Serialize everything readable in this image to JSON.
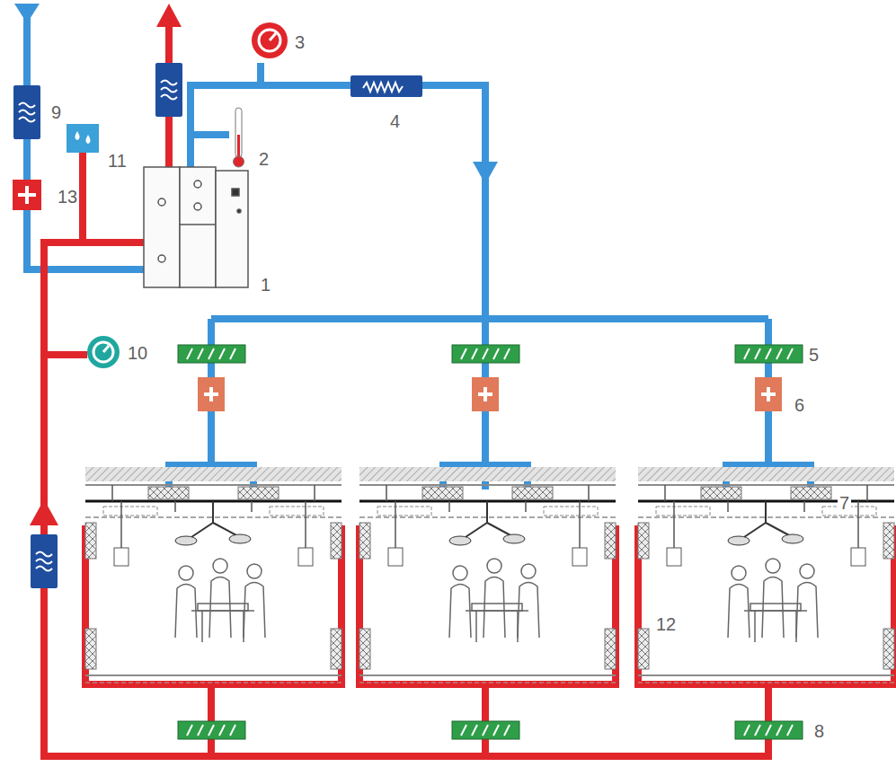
{
  "diagram": {
    "labels": [
      "3",
      "9",
      "4",
      "11",
      "2",
      "13",
      "1",
      "10",
      "5",
      "6",
      "7",
      "12",
      "8"
    ]
  }
}
